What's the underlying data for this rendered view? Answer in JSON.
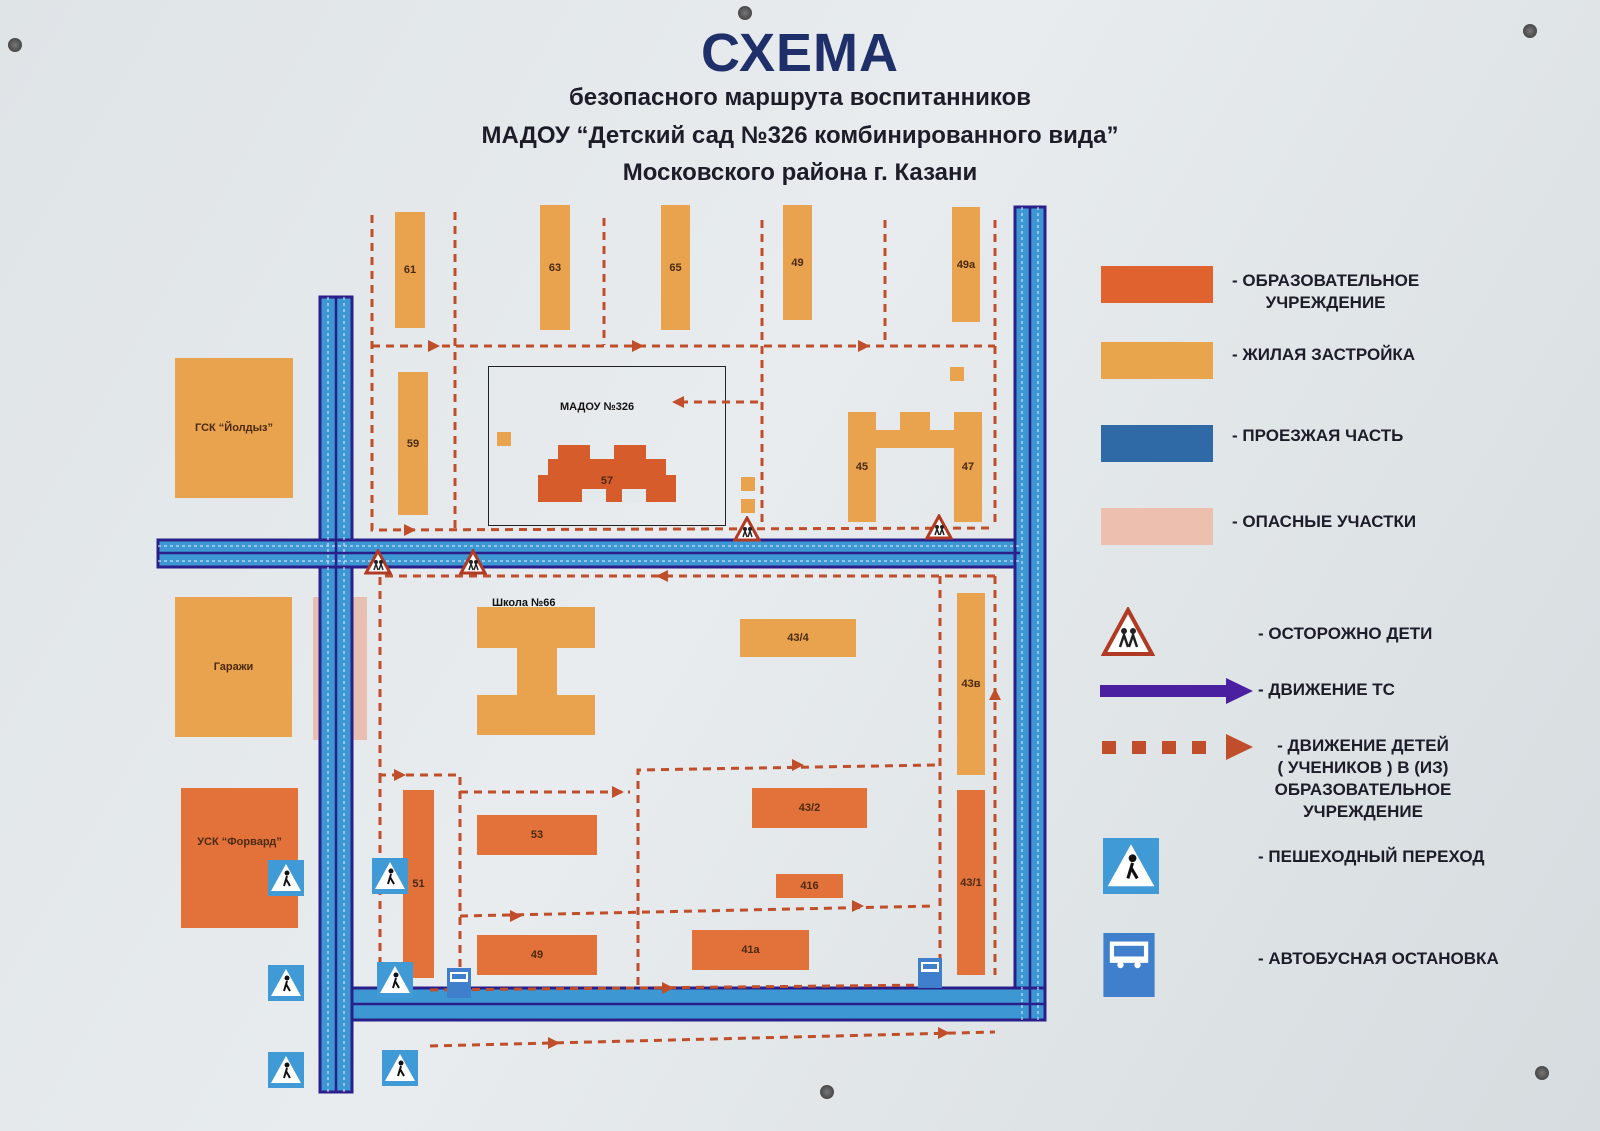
{
  "header": {
    "title": "СХЕМА",
    "subtitle1": "безопасного маршрута воспитанников",
    "subtitle2": "МАДОУ “Детский сад №326 комбинированного вида”",
    "subtitle3": "Московского района г. Казани"
  },
  "map": {
    "kindergarten_label": "МАДОУ №326",
    "school_label": "Школа №66",
    "buildings": {
      "b61": "61",
      "b63": "63",
      "b65": "65",
      "b49top": "49",
      "b49a": "49а",
      "b59": "59",
      "b57": "57",
      "b45": "45",
      "b47": "47",
      "gsk": "ГСК “Йолдыз”",
      "garages": "Гаражи",
      "usk": "УСК “Форвард”",
      "b43_4": "43/4",
      "b43v": "43в",
      "b43_2": "43/2",
      "b43_1": "43/1",
      "b53": "53",
      "b51": "51",
      "b416": "416",
      "b49bottom": "49",
      "b41a": "41а"
    }
  },
  "legend": {
    "items": [
      {
        "label": "- ОБРАЗОВАТЕЛЬНОЕ\nУЧРЕЖДЕНИЕ",
        "color": "#e0632f"
      },
      {
        "label": "- ЖИЛАЯ ЗАСТРОЙКА",
        "color": "#e8a54c"
      },
      {
        "label": "- ПРОЕЗЖАЯ ЧАСТЬ",
        "color": "#2f6aa6"
      },
      {
        "label": "- ОПАСНЫЕ УЧАСТКИ",
        "color": "#ecbfae"
      },
      {
        "label": "- ОСТОРОЖНО ДЕТИ",
        "icon": "children-warning-icon"
      },
      {
        "label": "- ДВИЖЕНИЕ ТС",
        "icon": "vehicle-arrow-icon"
      },
      {
        "label": "- ДВИЖЕНИЕ ДЕТЕЙ\n( УЧЕНИКОВ ) В (ИЗ)\nОБРАЗОВАТЕЛЬНОЕ\nУЧРЕЖДЕНИЕ",
        "icon": "children-path-icon"
      },
      {
        "label": "- ПЕШЕХОДНЫЙ ПЕРЕХОД",
        "icon": "pedestrian-crossing-icon"
      },
      {
        "label": "- АВТОБУСНАЯ ОСТАНОВКА",
        "icon": "bus-stop-icon"
      }
    ]
  }
}
